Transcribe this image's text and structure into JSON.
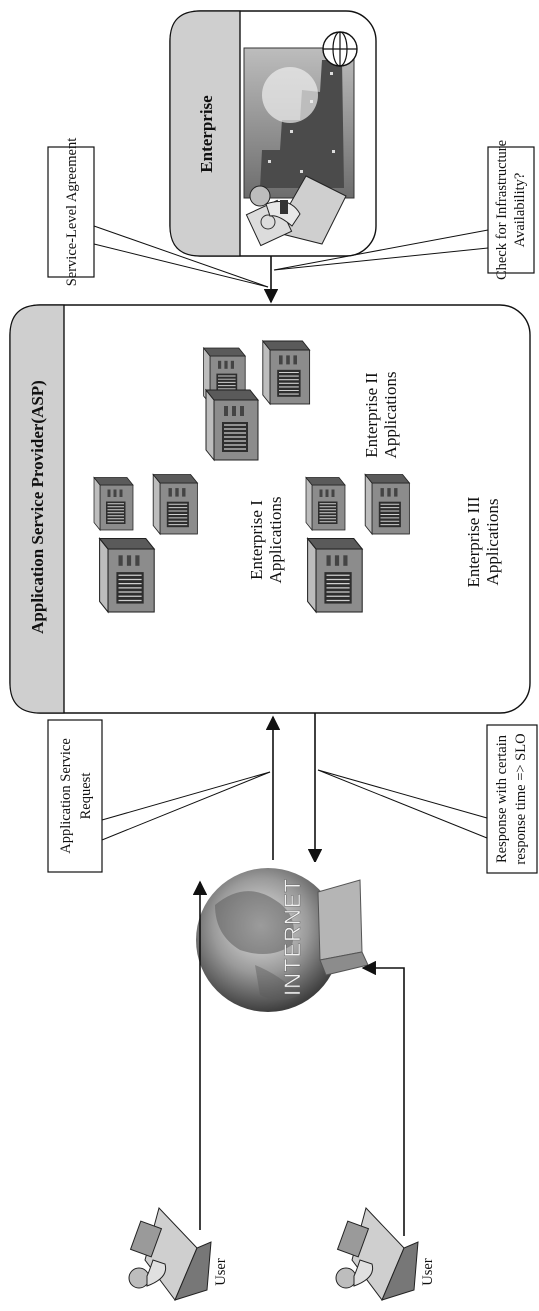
{
  "enterprise": {
    "title": "Enterprise"
  },
  "callouts": {
    "sla": "Service-Level Agreement",
    "infra_line1": "Check for Infrastructure",
    "infra_line2": "Availability?",
    "request_line1": "Application Service",
    "request_line2": "Request",
    "response_line1": "Response with certain",
    "response_line2": "response time => SLO"
  },
  "asp": {
    "title": "Application Service Provider(ASP)",
    "group_ii_line1": "Enterprise II",
    "group_ii_line2": "Applications",
    "group_i_line1": "Enterprise I",
    "group_i_line2": "Applications",
    "group_iii_line1": "Enterprise III",
    "group_iii_line2": "Applications"
  },
  "internet": {
    "label": "INTERNET"
  },
  "users": {
    "user_top": "User",
    "user_bottom": "User"
  },
  "colors": {
    "panel_gray": "#cfcfcf",
    "server_dark": "#4a4a4a",
    "server_mid": "#8c8c8c",
    "globe": "#8a8a8a"
  }
}
